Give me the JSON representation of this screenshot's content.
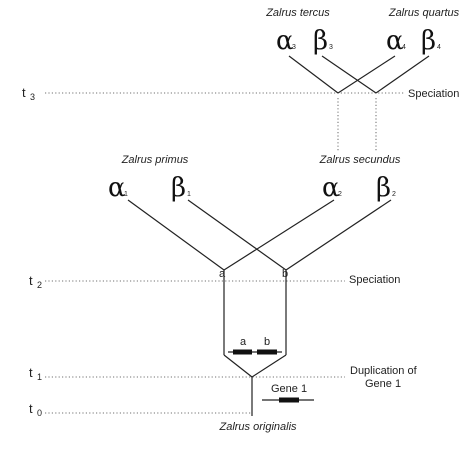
{
  "species": {
    "tercus": "Zalrus tercus",
    "quartus": "Zalrus quartus",
    "primus": "Zalrus primus",
    "secundus": "Zalrus secundus",
    "originalis": "Zalrus originalis"
  },
  "tips": [
    {
      "letter": "α",
      "sub": "3"
    },
    {
      "letter": "β",
      "sub": "3"
    },
    {
      "letter": "α",
      "sub": "4"
    },
    {
      "letter": "β",
      "sub": "4"
    },
    {
      "letter": "α",
      "sub": "1"
    },
    {
      "letter": "β",
      "sub": "1"
    },
    {
      "letter": "α",
      "sub": "2"
    },
    {
      "letter": "β",
      "sub": "2"
    }
  ],
  "times": [
    {
      "letter": "t",
      "sub": "3"
    },
    {
      "letter": "t",
      "sub": "2"
    },
    {
      "letter": "t",
      "sub": "1"
    },
    {
      "letter": "t",
      "sub": "0"
    }
  ],
  "events": {
    "speciation_top": "Speciation",
    "speciation_mid": "Speciation",
    "duplication_line1": "Duplication of",
    "duplication_line2": "Gene 1"
  },
  "nodes": {
    "a": "a",
    "b": "b"
  },
  "genes": {
    "a": "a",
    "b": "b",
    "gene1": "Gene 1"
  }
}
